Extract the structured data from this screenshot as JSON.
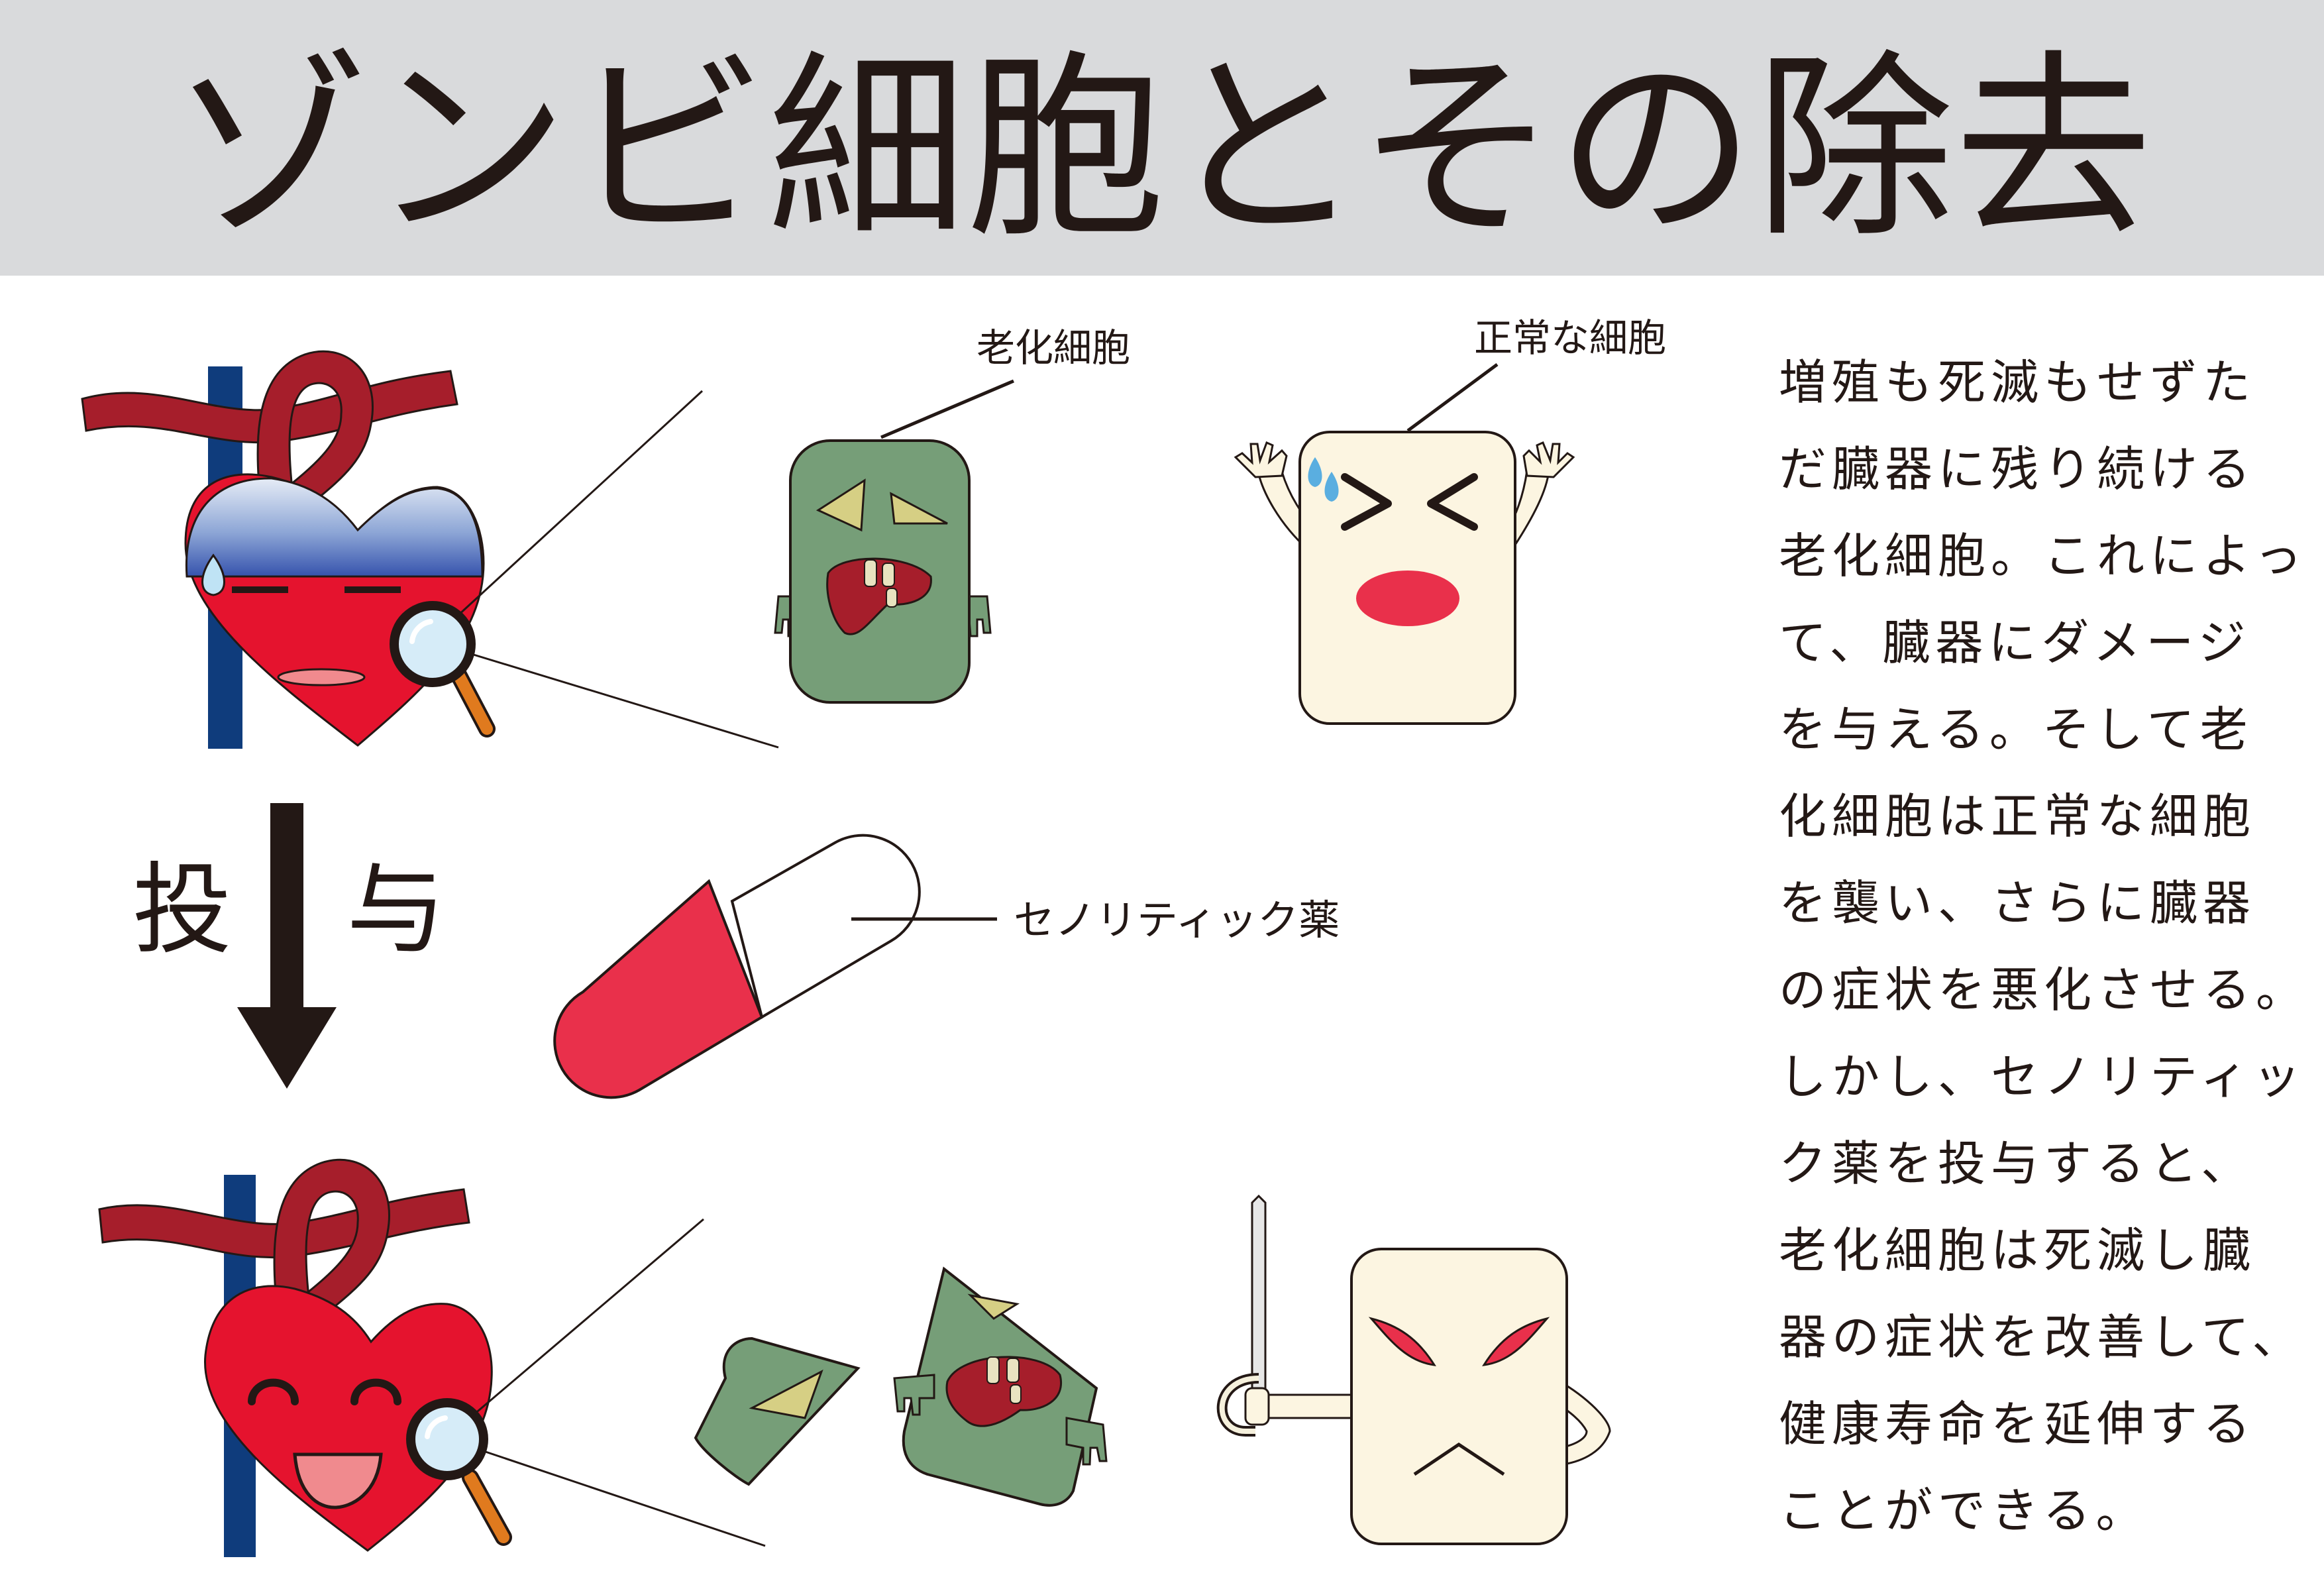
{
  "title": "ゾンビ細胞とその除去",
  "labels": {
    "senescent_cell": "老化細胞",
    "normal_cell": "正常な細胞",
    "drug": "セノリティック薬",
    "arrow_left": "投",
    "arrow_right": "与"
  },
  "description_lines": [
    "増殖も死滅もせずた",
    "だ臓器に残り続ける",
    "老化細胞。これによっ",
    "て、臓器にダメージ",
    "を与える。そして老",
    "化細胞は正常な細胞",
    "を襲い、さらに臓器",
    "の症状を悪化させる。",
    "しかし、セノリティッ",
    "ク薬を投与すると、",
    "老化細胞は死滅し臓",
    "器の症状を改善して、",
    "健康寿命を延伸する",
    "ことができる。"
  ],
  "colors": {
    "header_bg": "#d9dadc",
    "heart_red": "#e5132e",
    "artery": "#a61e2b",
    "vein": "#0f3c7c",
    "zombie_green": "#769e78",
    "normal_cell": "#fcf5e1",
    "capsule_red": "#e9304b",
    "magnifier_handle": "#e07a1e"
  }
}
